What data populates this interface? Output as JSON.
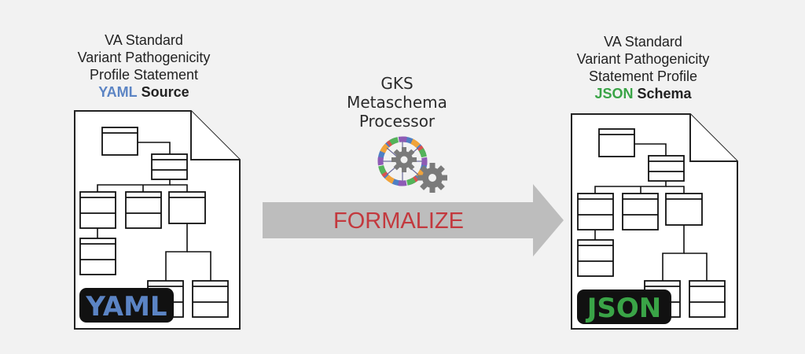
{
  "left_doc": {
    "caption_lines": [
      "VA Standard",
      "Variant Pathogenicity",
      "Profile Statement"
    ],
    "format_word": "YAML",
    "format_suffix": "Source",
    "badge": "YAML"
  },
  "right_doc": {
    "caption_lines": [
      "VA Standard",
      "Variant Pathogenicity",
      "Statement Profile"
    ],
    "format_word": "JSON",
    "format_suffix": "Schema",
    "badge": "JSON"
  },
  "processor": {
    "caption_lines": [
      "GKS",
      "Metaschema",
      "Processor"
    ]
  },
  "arrow": {
    "label": "FORMALIZE"
  },
  "colors": {
    "yaml_accent": "#5b84c4",
    "json_accent": "#3aa447",
    "arrow_fill": "#bdbdbd",
    "arrow_label": "#c3393e",
    "badge_bg": "#111111",
    "gear": "#7a7a7a"
  }
}
